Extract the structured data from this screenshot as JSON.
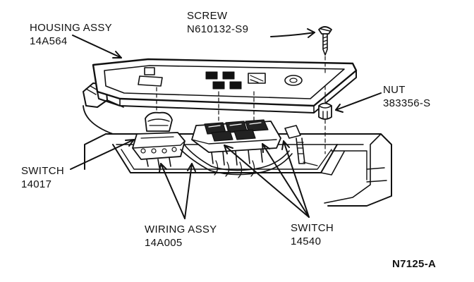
{
  "callouts": {
    "housing": {
      "name": "HOUSING ASSY",
      "part": "14A564"
    },
    "screw": {
      "name": "SCREW",
      "part": "N610132-S9"
    },
    "nut": {
      "name": "NUT",
      "part": "383356-S"
    },
    "switch_left": {
      "name": "SWITCH",
      "part": "14017"
    },
    "wiring": {
      "name": "WIRING ASSY",
      "part": "14A005"
    },
    "switch_right": {
      "name": "SWITCH",
      "part": "14540"
    }
  },
  "figure_id": "N7125-A",
  "colors": {
    "ink": "#111111",
    "paper": "#ffffff"
  }
}
